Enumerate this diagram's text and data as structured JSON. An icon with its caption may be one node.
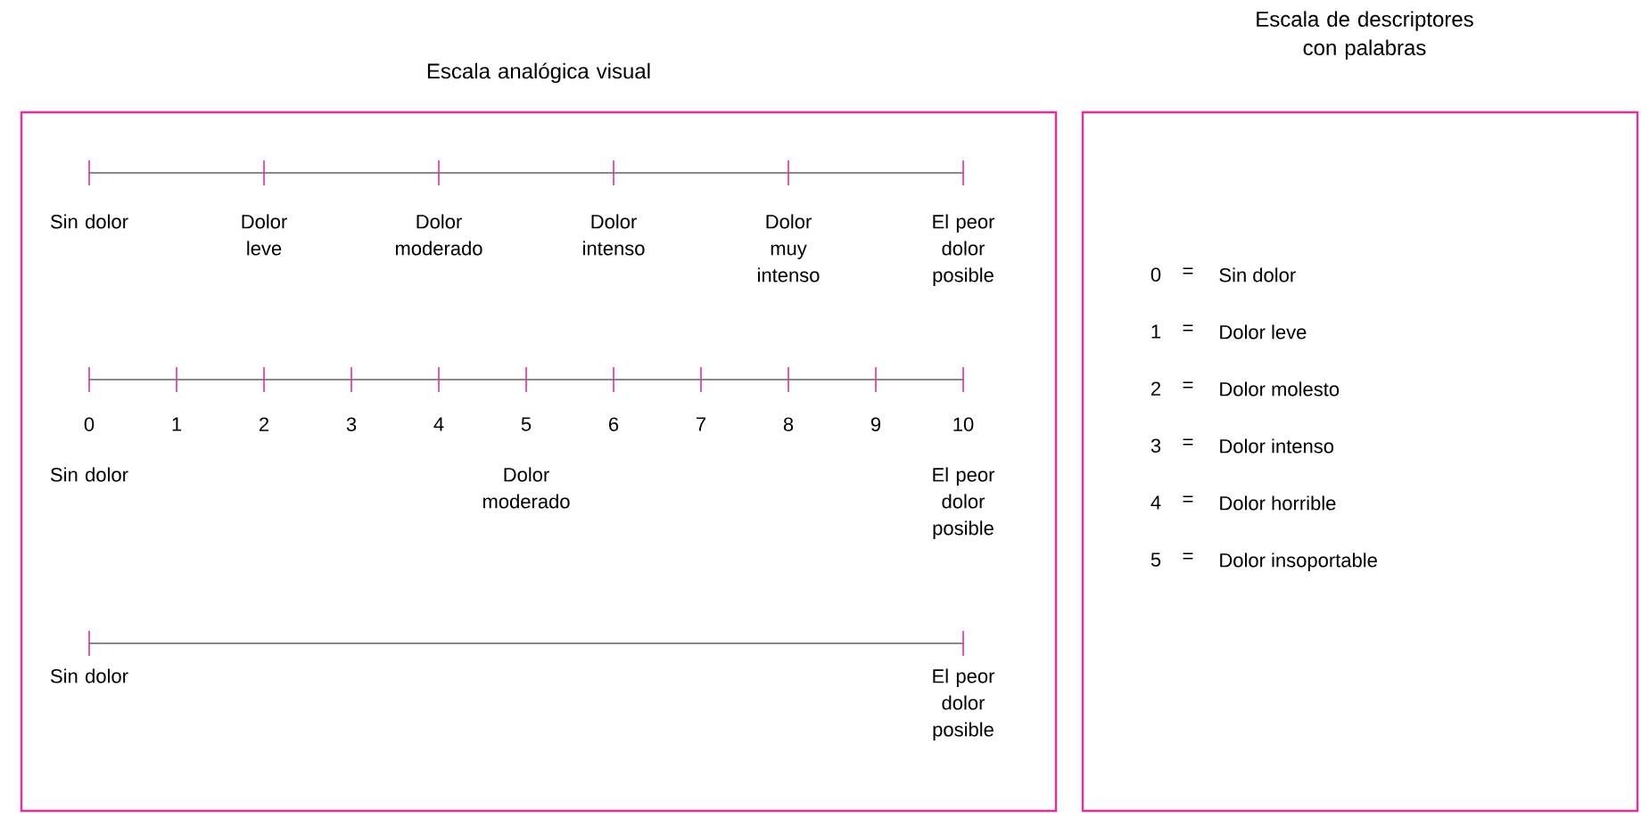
{
  "diagram": {
    "nodes": [
      {
        "text": [
          "Escala analógica visual"
        ]
      },
      {
        "text": [
          "Escala de descriptores con palabras"
        ]
      }
    ],
    "labels": [
      "Sin dolor",
      "Dolor leve",
      "Dolor moderado",
      "Dolor intenso",
      "Dolor muy intenso",
      "El peor dolor posible",
      "0",
      "1",
      "2",
      "3",
      "4",
      "5",
      "6",
      "7",
      "8",
      "9",
      "10",
      "Sin dolor",
      "Dolor moderado",
      "El peor dolor posible",
      "Sin dolor",
      "El peor dolor posible",
      "0",
      "=",
      "Sin dolor",
      "1",
      "=",
      "Dolor leve",
      "2",
      "=",
      "Dolor molesto",
      "3",
      "=",
      "Dolor intenso",
      "4",
      "=",
      "Dolor horrible",
      "5",
      "=",
      "Dolor insoportable"
    ]
  }
}
